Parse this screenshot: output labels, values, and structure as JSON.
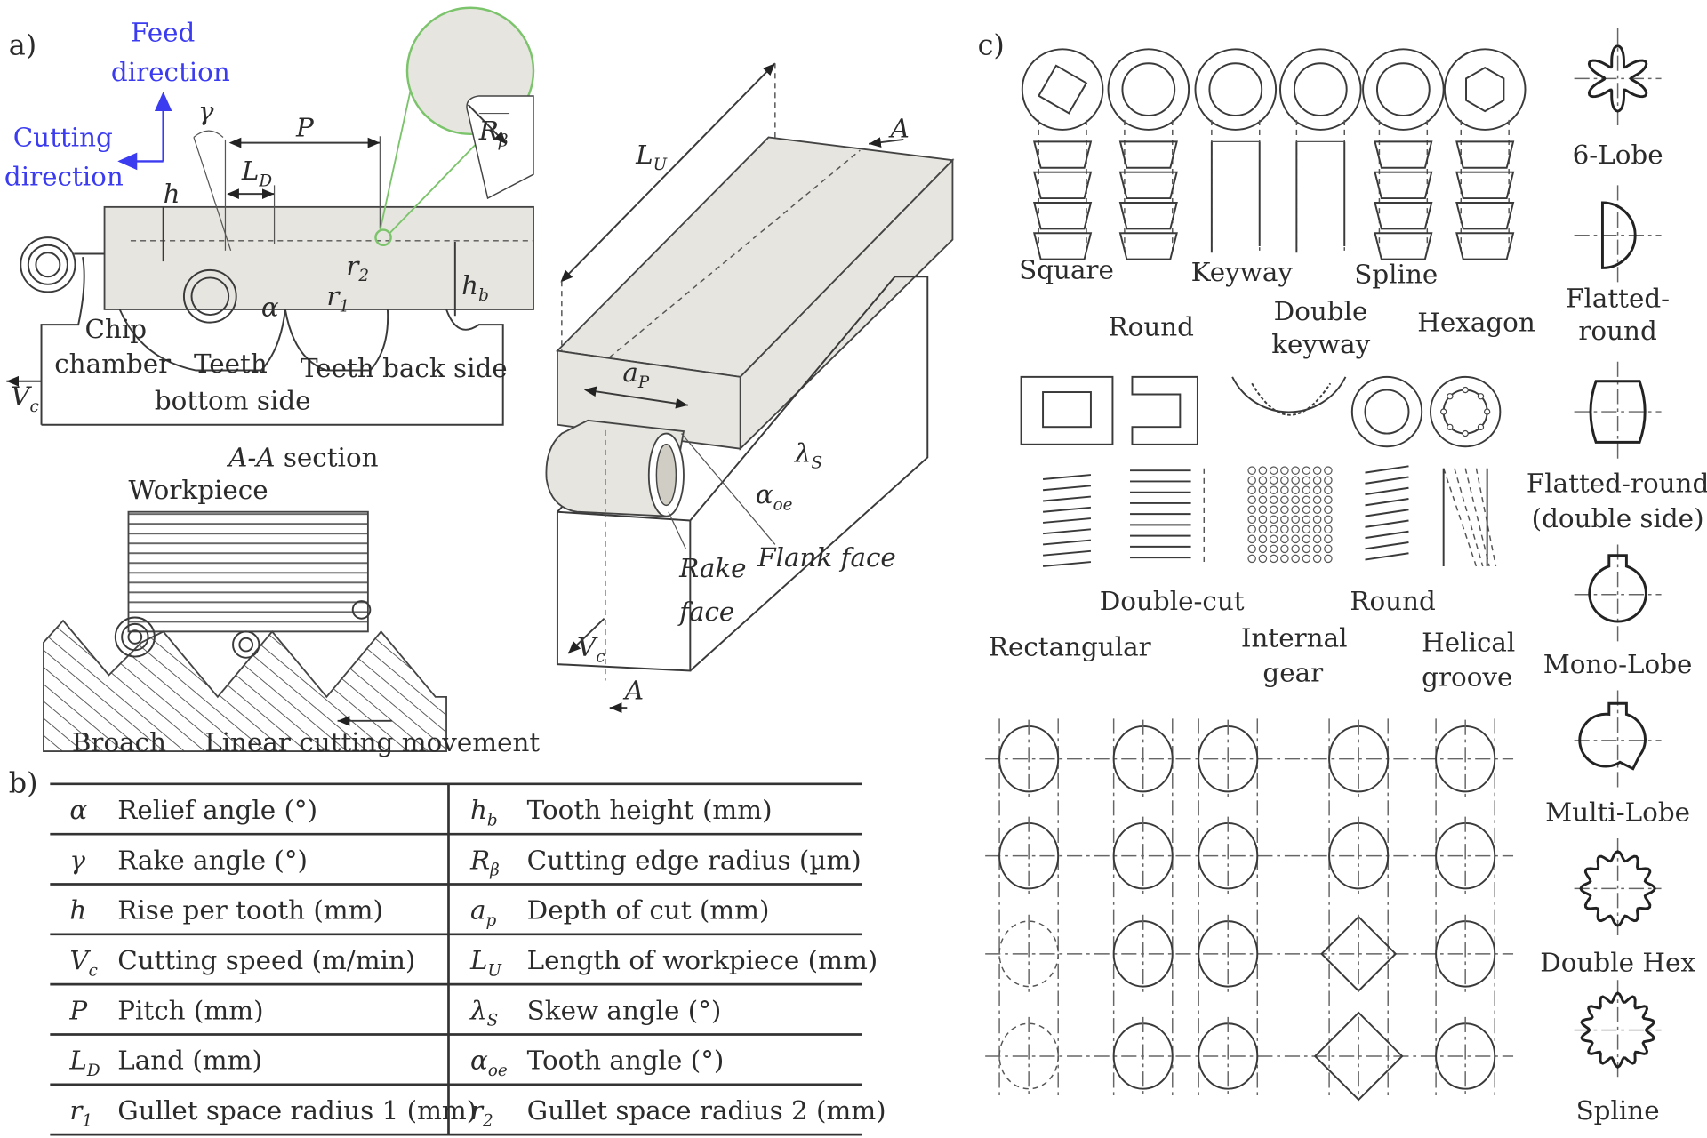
{
  "panels": {
    "a": "a)",
    "b": "b)",
    "c": "c)"
  },
  "colors": {
    "direction_text": "#3b3bf0",
    "zoom_circle": "#7bc46b",
    "workpiece_fill": "#e6e5df"
  },
  "panel_a": {
    "feed_direction": [
      "Feed",
      "direction"
    ],
    "cutting_direction": [
      "Cutting",
      "direction"
    ],
    "symbols": {
      "gamma": "γ",
      "pitch": "P",
      "land": "L",
      "land_sub": "D",
      "rise": "h",
      "edge_radius": "R",
      "edge_radius_sub": "β",
      "alpha": "α",
      "r1": "r",
      "r1_sub": "1",
      "r2": "r",
      "r2_sub": "2",
      "tooth_height": "h",
      "tooth_height_sub": "b",
      "vc": "V",
      "vc_sub": "c"
    },
    "labels": {
      "chip": "Chip",
      "chamber": "chamber",
      "teeth": "Teeth",
      "bottom_side": "bottom side",
      "teeth_back_side": "Teeth back side"
    },
    "section": {
      "title_italic": "A-A",
      "title_rest": " section",
      "workpiece": "Workpiece",
      "broach": "Broach",
      "linear_cutting": "Linear cutting movement"
    },
    "iso": {
      "length": "L",
      "length_sub": "U",
      "section_mark": "A",
      "depth": "a",
      "depth_sub": "P",
      "skew": "λ",
      "skew_sub": "S",
      "tooth_angle": "α",
      "tooth_angle_sub": "oe",
      "rake_face": [
        "Rake",
        "face"
      ],
      "flank_face": "Flank face",
      "vc": "V",
      "vc_sub": "c",
      "section_mark_bottom": "A"
    }
  },
  "panel_b": {
    "table": {
      "left": [
        {
          "symbol": "α",
          "sub": "",
          "description": "Relief angle (°)"
        },
        {
          "symbol": "γ",
          "sub": "",
          "description": "Rake angle (°)"
        },
        {
          "symbol": "h",
          "sub": "",
          "description": "Rise per tooth (mm)"
        },
        {
          "symbol": "V",
          "sub": "c",
          "description": "Cutting speed (m/min)"
        },
        {
          "symbol": "P",
          "sub": "",
          "description": "Pitch (mm)"
        },
        {
          "symbol": "L",
          "sub": "D",
          "description": "Land (mm)"
        },
        {
          "symbol": "r",
          "sub": "1",
          "description": "Gullet space radius 1 (mm)"
        }
      ],
      "right": [
        {
          "symbol": "h",
          "sub": "b",
          "description": "Tooth height (mm)"
        },
        {
          "symbol": "R",
          "sub": "β",
          "description": "Cutting edge radius (µm)"
        },
        {
          "symbol": "a",
          "sub": "p",
          "description": "Depth of cut (mm)"
        },
        {
          "symbol": "L",
          "sub": "U",
          "description": "Length of workpiece (mm)"
        },
        {
          "symbol": "λ",
          "sub": "S",
          "description": "Skew angle (°)"
        },
        {
          "symbol": "α",
          "sub": "oe",
          "description": "Tooth angle (°)"
        },
        {
          "symbol": "r",
          "sub": "2",
          "description": "Gullet space radius 2 (mm)"
        }
      ]
    }
  },
  "panel_c": {
    "row1_labels_top": [
      "Square",
      "Keyway",
      "Spline"
    ],
    "row1_labels_bottom": [
      "Round",
      "Hexagon"
    ],
    "row1_double_keyway": [
      "Double",
      "keyway"
    ],
    "row2_labels_top": [
      "Double-cut",
      "Round"
    ],
    "row2_labels_bottom": [
      "Rectangular"
    ],
    "row2_internal_gear": [
      "Internal",
      "gear"
    ],
    "row2_helical_groove": [
      "Helical",
      "groove"
    ],
    "side_shapes": [
      {
        "label": [
          "6-Lobe"
        ]
      },
      {
        "label": [
          "Flatted-",
          "round"
        ]
      },
      {
        "label": [
          "Flatted-round",
          "(double side)"
        ]
      },
      {
        "label": [
          "Mono-Lobe"
        ]
      },
      {
        "label": [
          "Multi-Lobe"
        ]
      },
      {
        "label": [
          "Double Hex"
        ]
      },
      {
        "label": [
          "Spline"
        ]
      }
    ]
  }
}
